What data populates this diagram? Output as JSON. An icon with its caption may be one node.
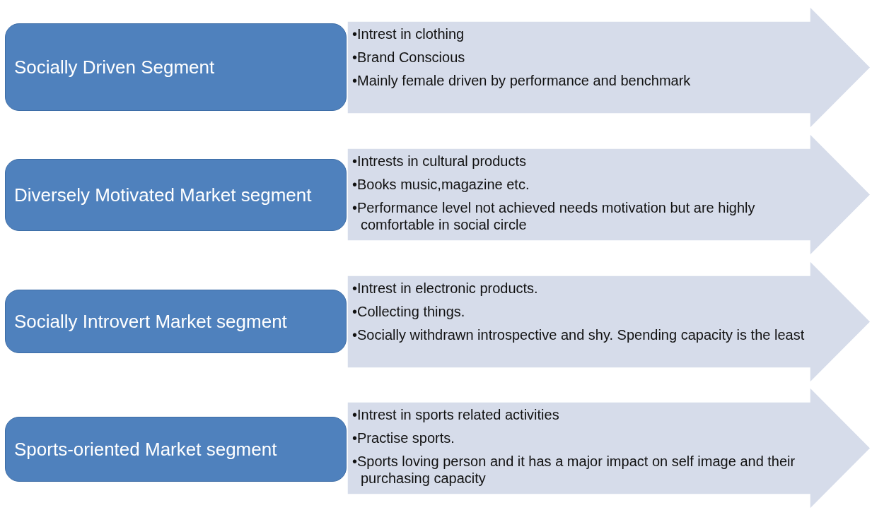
{
  "diagram": {
    "nodes": [
      {
        "text": [
          "Socially Driven Segment"
        ]
      },
      {
        "text": [
          "•Intrest in clothing",
          "•Brand Conscious",
          "•Mainly female driven by performance and benchmark"
        ]
      },
      {
        "text": [
          "Diversely Motivated Market segment"
        ]
      },
      {
        "text": [
          "•Intrests in cultural products",
          "•Books music,magazine etc.",
          "•Performance level not achieved needs motivation but are highly comfortable in social circle"
        ]
      },
      {
        "text": [
          "Socially Introvert Market segment"
        ]
      },
      {
        "text": [
          "•Intrest in electronic products.",
          "•Collecting things.",
          "•Socially withdrawn introspective and shy. Spending capacity is the least"
        ]
      },
      {
        "text": [
          "Sports-oriented Market segment"
        ]
      },
      {
        "text": [
          "•Intrest in sports related activities",
          "•Practise sports.",
          "•Sports loving person and it has a major impact on self image and their purchasing capacity"
        ]
      }
    ]
  }
}
